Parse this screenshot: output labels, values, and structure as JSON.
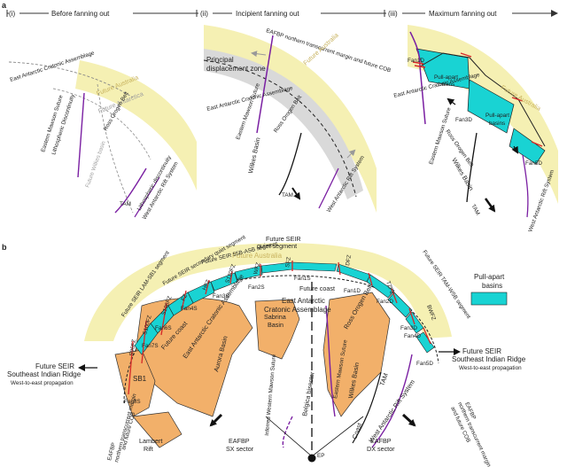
{
  "panel_a": {
    "label": "a",
    "stages": [
      {
        "num": "(i)",
        "title": "Before fanning out"
      },
      {
        "num": "(ii)",
        "title": "Incipient fanning out"
      },
      {
        "num": "(iii)",
        "title": "Maximum fanning out"
      }
    ],
    "i": {
      "future_australia": "Future Australia",
      "future_antarctica": "Future Antarctica",
      "east_antarctic_craton": "East Antarctic Cratonic Assemblage",
      "eastern_mawson_suture": "Eastern Mawson Suture",
      "lithospheric_discontinuity": "Lithospheric Discontinuity",
      "ross_orogen": "Ross Orogen Belt",
      "future_wilkes_basin": "Future Wilkes basin",
      "tam": "TAM",
      "lithospheric_discontinuity_2": "Lithospheric discontinuity",
      "west_antarctic_rift": "West Antarctic Rift System"
    },
    "ii": {
      "principal_zone": "Principal displacement zone",
      "eafbp": "EAFBP northern transcurrent margin and future COB",
      "future_australia": "Future Australia",
      "east_antarctic_craton": "East Antarctic Cratonic Assemblage",
      "eastern_mawson_suture": "Eastern Mawson Suture",
      "ross_orogen": "Ross Orogen Belt",
      "wilkes_basin": "Wilkes Basin",
      "tam": "TAM",
      "west_antarctic_rift": "West Antarctic Rift System"
    },
    "iii": {
      "fan1d": "Fan1D",
      "pull_apart_1": "Pull-apart basins",
      "pull_apart_2": "Pull-apart basins",
      "fan3d": "Fan3D",
      "fan5d": "Fan5D",
      "future_australia": "Future Australia",
      "east_antarctic_craton": "East Antarctic Cratonic Assemblage",
      "eastern_mawson_suture": "Eastern Mawson Suture",
      "ross_orogen": "Ross Orogen Belt",
      "wilkes_basin": "Wilkes Basin",
      "tam": "TAM",
      "west_antarctic_rift": "West Antarctic Rift System"
    }
  },
  "panel_b": {
    "label": "b",
    "future_australia": "Future Australia",
    "seir_quiet": "Future SEIR quiet segment",
    "seir_55b": "Future SEIR 55B-ASB segment",
    "seir_secondary": "Future SEIR secondary quiet segment",
    "seir_lam": "Future SEIR LAM-SB1 segment",
    "seir_tam": "Future SEIR TAM-WSB segment",
    "legend": "Pull-apart basins",
    "fracture_zones": [
      "S96FZ",
      "S100FZ",
      "S106FZ",
      "FZ",
      "HFZ",
      "S120FZ",
      "WFZ",
      "SFZ",
      "DFZ",
      "TZFZ",
      "BWFZ"
    ],
    "fans_left": [
      "Fan1S",
      "Fan2S",
      "Fan3S",
      "Fan4S",
      "Fan6S",
      "Fan7S",
      "Fan8S"
    ],
    "fans_right": [
      "Fan1D",
      "Fan2D",
      "Fan3D",
      "Fan4D",
      "Fan5D"
    ],
    "future_coast_top": "Future coast",
    "future_coast_left": "Future coast",
    "east_antarctic_craton": "East Antarctic Cratonic Assemblage",
    "east_antarctic_craton_left": "East Antarctic Cratonic Assemblage",
    "sabrina_basin": "Sabrina Basin",
    "aurora_basin": "Aurora Basin",
    "sb1": "SB1",
    "lambert_rift": "Lambert Rift",
    "belgica_bisector": "Belgica bisector",
    "eastern_mawson_suture": "Eastern Mawson Suture",
    "wilkes_basin": "Wilkes Basin",
    "ross_orogen": "Ross Orogen Belt",
    "tam": "TAM",
    "coast": "Coast",
    "west_antarctic_rift": "West Antarctic Rift System",
    "inferred_mawson": "Inferred Western Mawson Suture",
    "left_ridge_1": "Future SEIR",
    "left_ridge_2": "Southeast Indian Ridge",
    "left_ridge_3": "West-to-east propagation",
    "right_ridge_1": "Future SEIR",
    "right_ridge_2": "Southeast Indian Ridge",
    "right_ridge_3": "West-to-east propagation",
    "eafbp_left_1": "EAFBP",
    "eafbp_left_2": "northern transcurrent margin",
    "eafbp_left_3": "and future COB",
    "eafbp_right_1": "EAFBP",
    "eafbp_right_2": "northern transcurrent margin",
    "eafbp_right_3": "and future COB",
    "sx_1": "EAFBP",
    "sx_2": "SX sector",
    "dx_1": "EAFBP",
    "dx_2": "DX sector",
    "ep": "EP"
  },
  "colors": {
    "future_australia": "#f5f0b3",
    "pull_apart": "#19d3d3",
    "craton": "#f2b06a",
    "ridge_purple": "#7a1fa2",
    "fault_red": "#d62828"
  }
}
